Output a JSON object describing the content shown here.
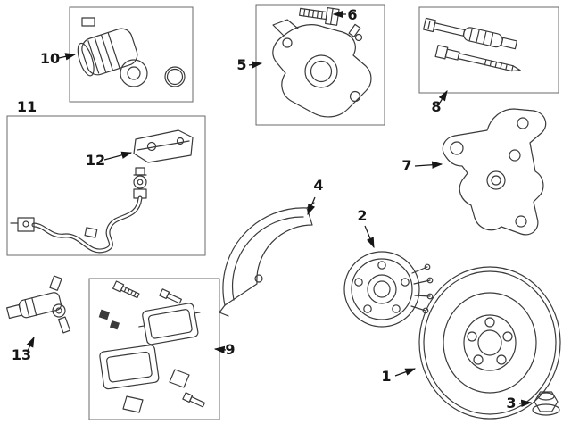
{
  "diagram": {
    "type": "exploded-parts-diagram",
    "title": "Rear disc brake components diagram",
    "colors": {
      "background": "#ffffff",
      "line": "#3a3a3a",
      "label": "#161616",
      "box": "#6a6a6a"
    },
    "callouts": [
      {
        "label": "1",
        "part": "brake-rotor"
      },
      {
        "label": "2",
        "part": "wheel-hub-bearing-assembly"
      },
      {
        "label": "3",
        "part": "hub-nut"
      },
      {
        "label": "4",
        "part": "splash-shield"
      },
      {
        "label": "5",
        "part": "brake-caliper"
      },
      {
        "label": "6",
        "part": "caliper-bolt"
      },
      {
        "label": "7",
        "part": "caliper-mounting-bracket"
      },
      {
        "label": "8",
        "part": "guide-pin-kit"
      },
      {
        "label": "9",
        "part": "brake-pad-kit"
      },
      {
        "label": "10",
        "part": "parking-brake-actuator"
      },
      {
        "label": "11",
        "part": "brake-hose-assembly"
      },
      {
        "label": "12",
        "part": "hose-bracket"
      },
      {
        "label": "13",
        "part": "abs-wheel-speed-sensor"
      }
    ]
  }
}
